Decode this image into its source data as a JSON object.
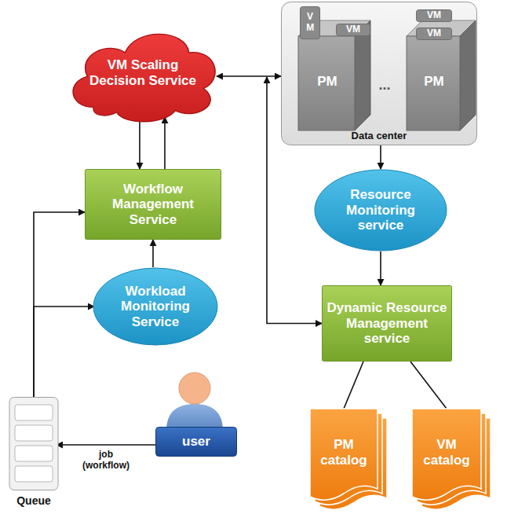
{
  "diagram": {
    "nodes": [
      {
        "text": [
          "VM Scaling Decision Service"
        ]
      },
      {
        "text": [
          "Data center"
        ]
      },
      {
        "text": [
          "V M"
        ],
        "in": 1
      },
      {
        "text": [
          "VM"
        ],
        "in": 1
      },
      {
        "text": [
          "VM"
        ],
        "in": 1
      },
      {
        "text": [
          "VM"
        ],
        "in": 1
      },
      {
        "text": [
          "PM"
        ],
        "in": 1
      },
      {
        "text": [
          "PM"
        ],
        "in": 1
      },
      {
        "text": [
          "Workflow Management Service"
        ]
      },
      {
        "text": [
          "Resource Monitoring service"
        ]
      },
      {
        "text": [
          "Workload Monitoring Service"
        ]
      },
      {
        "text": [
          "Dynamic Resource Management service"
        ]
      },
      {
        "text": [
          "user"
        ]
      },
      {
        "text": [
          "Queue"
        ]
      },
      {
        "text": [
          "PM catalog"
        ]
      },
      {
        "text": [
          "VM catalog"
        ]
      }
    ],
    "edges": [
      {
        "from": 0,
        "to": 1,
        "arrow": "both"
      },
      {
        "from": 0,
        "to": 8,
        "arrow": "to"
      },
      {
        "from": 8,
        "to": 0,
        "arrow": "to"
      },
      {
        "from": 1,
        "to": 9,
        "arrow": "to"
      },
      {
        "from": 9,
        "to": 11,
        "arrow": "to"
      },
      {
        "from": 0,
        "to": 11,
        "arrow": "both"
      },
      {
        "from": 11,
        "to": 14,
        "arrow": "none"
      },
      {
        "from": 11,
        "to": 15,
        "arrow": "none"
      },
      {
        "from": 10,
        "to": 8,
        "arrow": "to"
      },
      {
        "from": 13,
        "to": 8,
        "arrow": "to"
      },
      {
        "from": 13,
        "to": 10,
        "arrow": "to"
      },
      {
        "from": 12,
        "to": 13,
        "label": "job (workflow)",
        "arrow": "to"
      }
    ],
    "labels": [
      "..."
    ]
  }
}
